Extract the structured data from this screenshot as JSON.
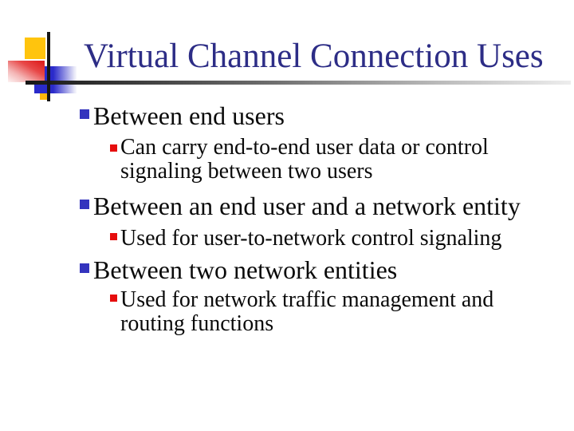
{
  "slide": {
    "title": "Virtual Channel Connection Uses",
    "bullets": [
      {
        "label": "Between end users",
        "sub_lines": [
          "Can carry end-to-end user data or control",
          "signaling between two users"
        ]
      },
      {
        "label": "Between an end user and a network entity",
        "sub_lines": [
          "Used for user-to-network control signaling"
        ]
      },
      {
        "label": "Between two network entities",
        "sub_lines": [
          "Used for network traffic management and",
          "routing functions"
        ]
      }
    ],
    "colors": {
      "title_text": "#2D2D86",
      "body_text": "#0A0A0A",
      "level1_bullet": "#3434BE",
      "level2_bullet": "#E60E0E",
      "decoration_yellow": "#FFC40D",
      "decoration_blue": "#2A2ACA",
      "decoration_red": "#DF2222",
      "cross_lines": "#161616",
      "underline_gradient_start": "#161616",
      "underline_gradient_end": "#EDEDED"
    }
  }
}
